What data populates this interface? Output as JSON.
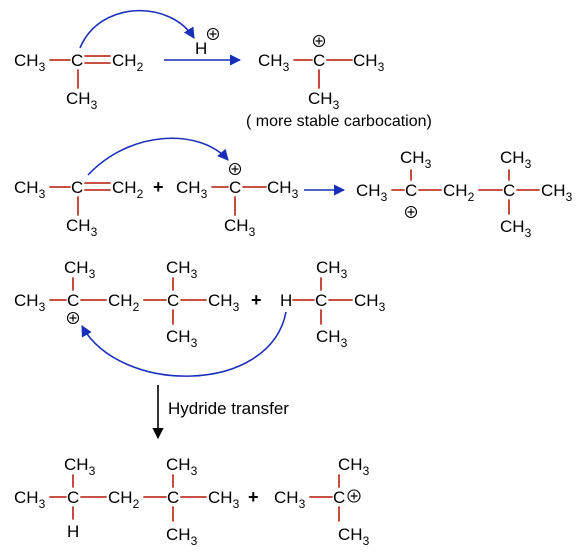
{
  "colors": {
    "bond": "#c0392b",
    "curved_arrow": "#1a2fb8",
    "reaction_arrow": "#1a2fb8",
    "hydride_arrow": "#000000"
  },
  "fragments": {
    "CH3": {
      "base": "CH",
      "sub": "3"
    },
    "CH2": {
      "base": "CH",
      "sub": "2"
    },
    "C": "C",
    "H": "H"
  },
  "step1": {
    "proton": "H",
    "caption": "( more stable carbocation)"
  },
  "plus_sign": "+",
  "step4": {
    "arrow_label": "Hydride transfer"
  }
}
